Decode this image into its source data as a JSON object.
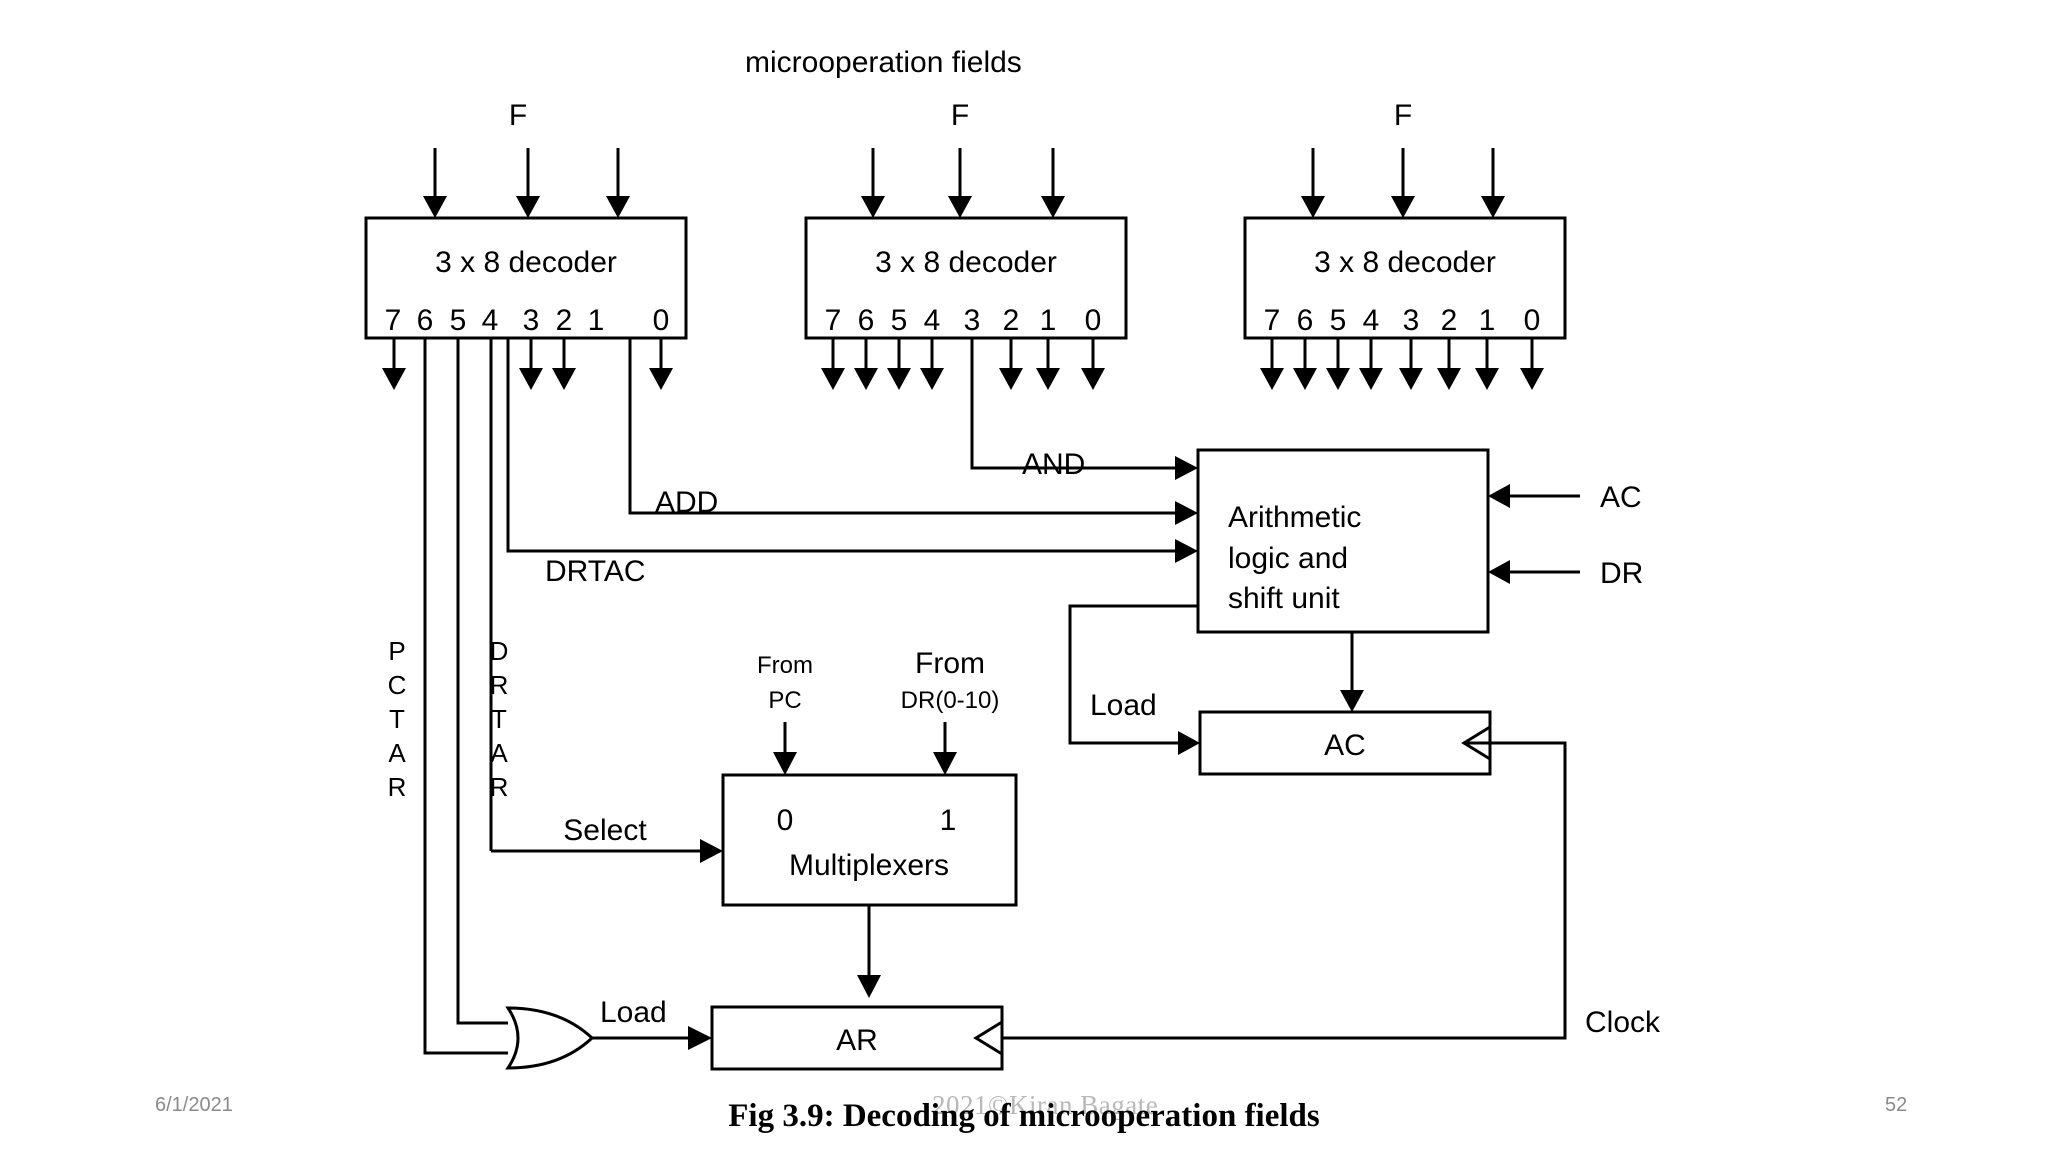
{
  "slide": {
    "heading": "microoperation fields",
    "figure_caption": "Fig 3.9: Decoding of microoperation fields",
    "date": "6/1/2021",
    "page_number": "52",
    "watermark": "2021©Kiran Bagate"
  },
  "decoders": [
    {
      "id": "decoder-1",
      "input_label": "F",
      "box_label": "3 x 8 decoder",
      "outputs": [
        "7",
        "6",
        "5",
        "4",
        "3",
        "2",
        "1",
        "0"
      ]
    },
    {
      "id": "decoder-2",
      "input_label": "F",
      "box_label": "3 x 8 decoder",
      "outputs": [
        "7",
        "6",
        "5",
        "4",
        "3",
        "2",
        "1",
        "0"
      ]
    },
    {
      "id": "decoder-3",
      "input_label": "F",
      "box_label": "3 x 8 decoder",
      "outputs": [
        "7",
        "6",
        "5",
        "4",
        "3",
        "2",
        "1",
        "0"
      ]
    }
  ],
  "signals": {
    "and": "AND",
    "add": "ADD",
    "drtac": "DRTAC",
    "select": "Select",
    "load_ac": "Load",
    "load_ar": "Load",
    "clock": "Clock",
    "ac_input": "AC",
    "dr_input": "DR",
    "pctar_letters": [
      "P",
      "C",
      "T",
      "A",
      "R"
    ],
    "drtar_letters": [
      "D",
      "R",
      "T",
      "A",
      "R"
    ]
  },
  "blocks": {
    "alu": {
      "line1": "Arithmetic",
      "line2": "logic and",
      "line3": "shift unit"
    },
    "ac_register": "AC",
    "ar_register": "AR",
    "multiplexers": {
      "title": "Multiplexers",
      "input0_label": "0",
      "input1_label": "1",
      "source0_line1": "From",
      "source0_line2": "PC",
      "source1_line1": "From",
      "source1_line2": "DR(0-10)"
    }
  },
  "colors": {
    "stroke": "#000000",
    "background": "#ffffff",
    "muted": "#8a8a8a",
    "watermark": "#b9b9b9"
  }
}
